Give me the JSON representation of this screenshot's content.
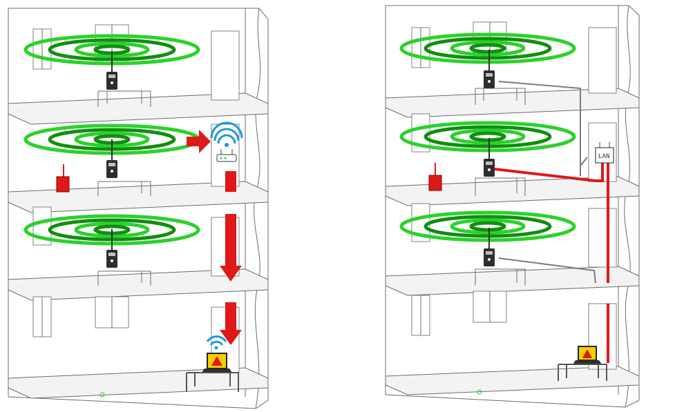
{
  "colors": {
    "wifi_green": "#2bd12b",
    "wifi_green_dark": "#0f8f0f",
    "signal_red": "#e01818",
    "cable_red": "#e01818",
    "cable_grey": "#7a7a7a",
    "wifi_blue": "#1e9ad6",
    "laptop_screen": "#f5d000",
    "alert_red": "#e01818",
    "device_dark": "#2e2e2e",
    "line_grey": "#6b6b6b"
  },
  "left_building": {
    "floors": 4,
    "icons": [
      "wifi-access-point-icon",
      "red-arrow-icon",
      "router-icon",
      "laptop-warning-icon",
      "fire-extinguisher-icon"
    ]
  },
  "right_building": {
    "floors": 4,
    "switch_label": "LAN",
    "icons": [
      "wifi-access-point-icon",
      "lan-switch-icon",
      "laptop-warning-icon",
      "fire-extinguisher-icon"
    ]
  }
}
